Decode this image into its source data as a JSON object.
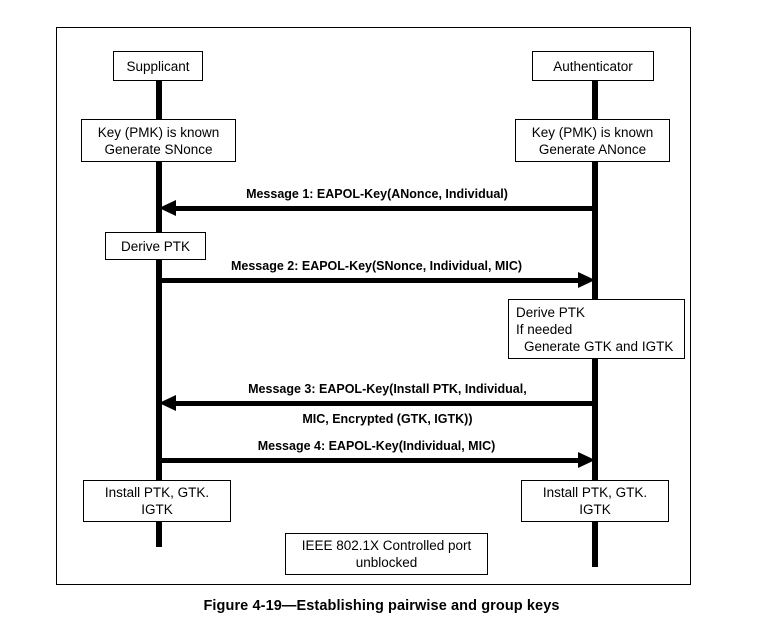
{
  "figure": {
    "caption": "Figure 4-19—Establishing pairwise and group keys",
    "frame_color": "#000000"
  },
  "actors": {
    "supplicant": {
      "label": "Supplicant"
    },
    "authenticator": {
      "label": "Authenticator"
    }
  },
  "boxes": {
    "supplicant_init": {
      "line1": "Key (PMK) is known",
      "line2": "Generate SNonce"
    },
    "authenticator_init": {
      "line1": "Key (PMK) is known",
      "line2": "Generate ANonce"
    },
    "supplicant_derive_ptk": {
      "line1": "Derive PTK"
    },
    "authenticator_derive_ptk": {
      "line1": "Derive PTK",
      "line2": "If needed",
      "line3": "Generate GTK and IGTK"
    },
    "supplicant_install": {
      "line1": "Install PTK, GTK.",
      "line2": "IGTK"
    },
    "authenticator_install": {
      "line1": "Install PTK, GTK.",
      "line2": "IGTK"
    },
    "controlled_port": {
      "line1": "IEEE 802.1X Controlled port",
      "line2": "unblocked"
    }
  },
  "messages": {
    "message1": {
      "line1": "Message 1: EAPOL-Key(ANonce, Individual)",
      "direction": "right-to-left"
    },
    "message2": {
      "line1": "Message 2: EAPOL-Key(SNonce, Individual, MIC)",
      "direction": "left-to-right"
    },
    "message3": {
      "line1": "Message 3: EAPOL-Key(Install PTK, Individual,",
      "line2": "MIC, Encrypted (GTK, IGTK))",
      "direction": "right-to-left"
    },
    "message4": {
      "line1": "Message 4: EAPOL-Key(Individual, MIC)",
      "direction": "left-to-right"
    }
  }
}
